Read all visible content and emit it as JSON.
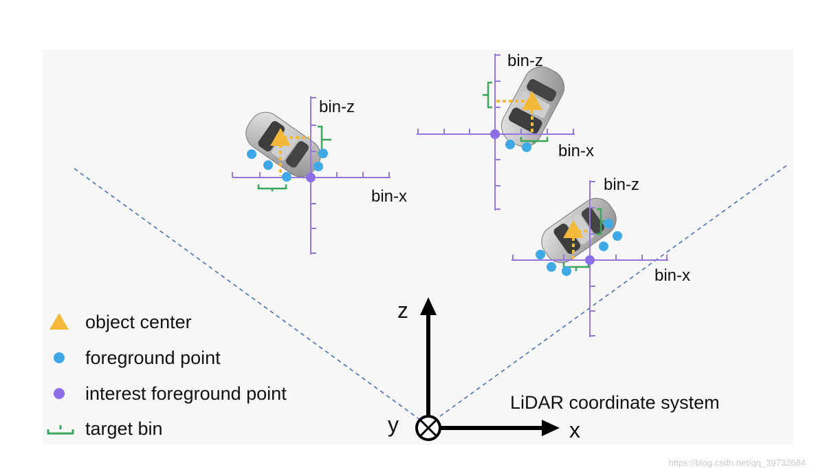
{
  "legend": {
    "object_center": "object center",
    "foreground_point": "foreground point",
    "interest_foreground_point": "interest foreground point",
    "target_bin": "target bin"
  },
  "axes": {
    "z": "z",
    "x": "x",
    "y": "y",
    "system_label": "LiDAR coordinate system"
  },
  "bins": {
    "car1": {
      "bin_z": "bin-z",
      "bin_x": "bin-x"
    },
    "car2": {
      "bin_z": "bin-z",
      "bin_x": "bin-x"
    },
    "car3": {
      "bin_z": "bin-z",
      "bin_x": "bin-x"
    }
  },
  "watermark": "https://blog.csdn.net/qq_39732684",
  "colors": {
    "bin_axis": "#9575e0",
    "interest_point": "#8c6ee8",
    "foreground_point": "#3fa9e8",
    "object_center": "#f5b93a",
    "target_bin": "#3aa65a",
    "fov_line": "#4a6fb5",
    "panel_bg": "#f7f7f7"
  }
}
